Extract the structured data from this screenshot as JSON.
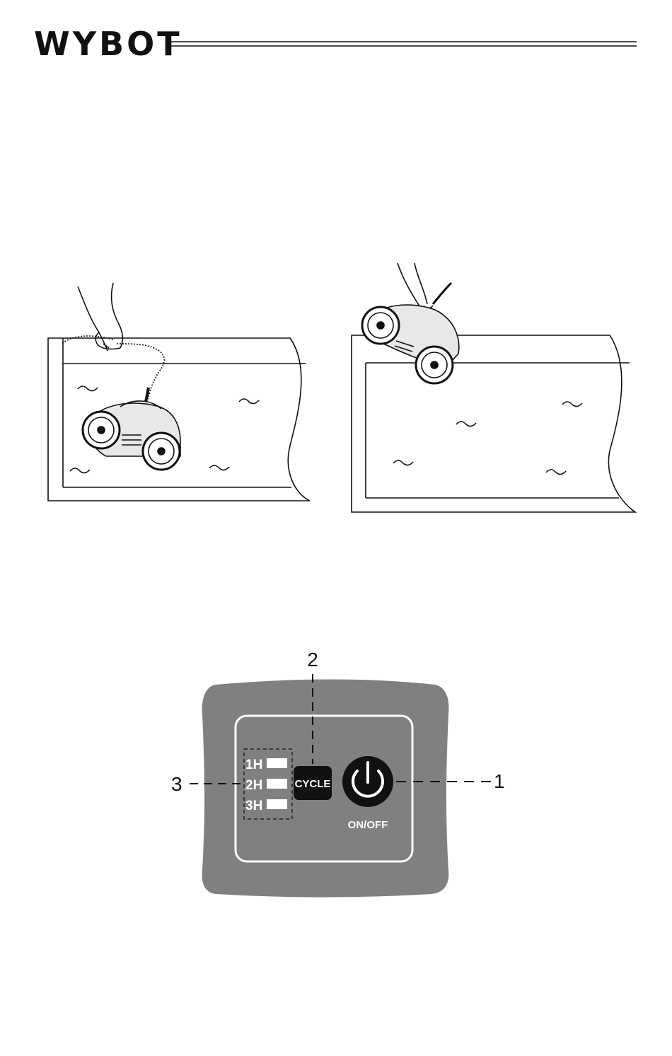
{
  "header": {
    "brand_logo_text": "WYBOT"
  },
  "illustrations": {
    "left": "lowering-robot-into-pool",
    "right": "lifting-robot-out-of-pool"
  },
  "control_panel": {
    "colors": {
      "housing": "#808080",
      "panel_border": "#ffffff",
      "button": "#111111",
      "led": "#ffffff"
    },
    "cycle_button": {
      "label": "CYCLE"
    },
    "power_button": {
      "label": "ON/OFF",
      "icon": "power-icon"
    },
    "timer_indicators": [
      {
        "label": "1H"
      },
      {
        "label": "2H"
      },
      {
        "label": "3H"
      }
    ],
    "callouts": [
      {
        "number": "1",
        "target": "power-button"
      },
      {
        "number": "2",
        "target": "cycle-button"
      },
      {
        "number": "3",
        "target": "timer-indicators"
      }
    ]
  }
}
